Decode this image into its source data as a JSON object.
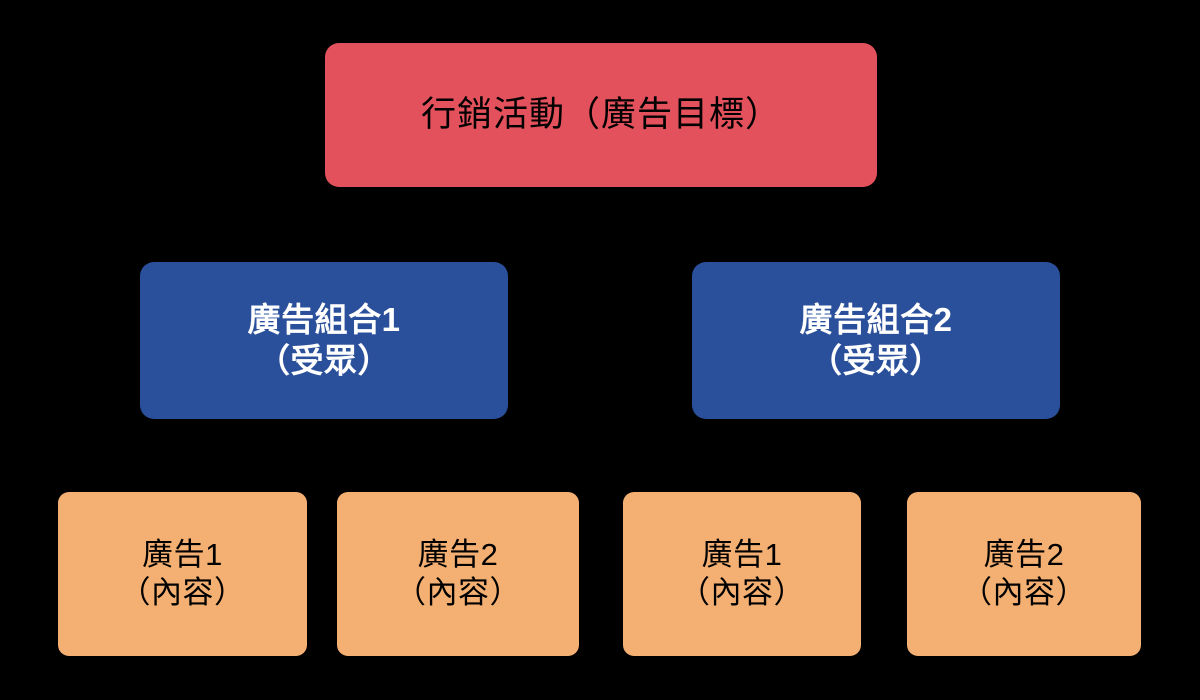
{
  "diagram": {
    "type": "hierarchy-tree",
    "title": "",
    "background_color": "#000000",
    "levels": [
      {
        "level": 1,
        "role": "campaign",
        "color": "#E3515C",
        "text_color": "#000000",
        "nodes": [
          {
            "line1": "行銷活動（廣告目標）",
            "line2": ""
          }
        ]
      },
      {
        "level": 2,
        "role": "ad-set",
        "color": "#2B509B",
        "text_color": "#FFFFFF",
        "nodes": [
          {
            "line1": "廣告組合1",
            "line2": "（受眾）"
          },
          {
            "line1": "廣告組合2",
            "line2": "（受眾）"
          }
        ]
      },
      {
        "level": 3,
        "role": "ad",
        "color": "#F4B072",
        "text_color": "#000000",
        "nodes": [
          {
            "line1": "廣告1",
            "line2": "（內容）"
          },
          {
            "line1": "廣告2",
            "line2": "（內容）"
          },
          {
            "line1": "廣告1",
            "line2": "（內容）"
          },
          {
            "line1": "廣告2",
            "line2": "（內容）"
          }
        ]
      }
    ],
    "connector_color": "#000000"
  }
}
